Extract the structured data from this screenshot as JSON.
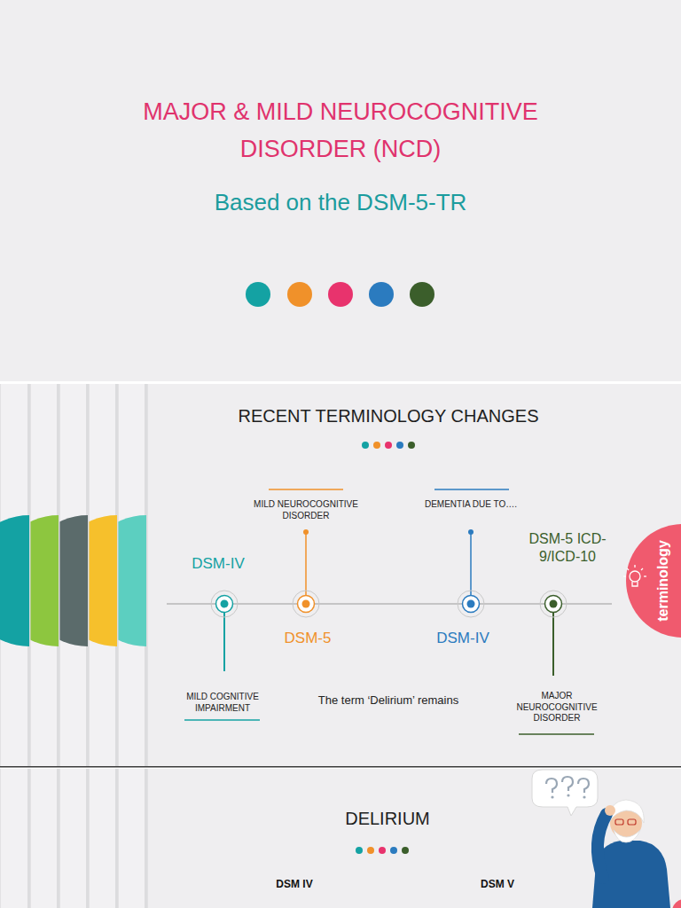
{
  "diagram": {
    "title": "MAJOR & MILD NEUROCOGNITIVE DISORDER (NCD)",
    "nodes": [
      {
        "text": [
          "terminology"
        ]
      }
    ],
    "labels": [
      "Based on the DSM-5-TR",
      "RECENT TERMINOLOGY CHANGES",
      "DSM-IV",
      "MILD COGNITIVE IMPAIRMENT",
      "MILD NEUROCOGNITIVE DISORDER",
      "DSM-5",
      "The term ‘Delirium’ remains",
      "DEMENTIA DUE TO….",
      "DSM-IV",
      "DSM-5 ICD-9/ICD-10",
      "MAJOR NEUROCOGNITIVE DISORDER",
      "DELIRIUM",
      "DSM IV",
      "DSM V"
    ]
  }
}
